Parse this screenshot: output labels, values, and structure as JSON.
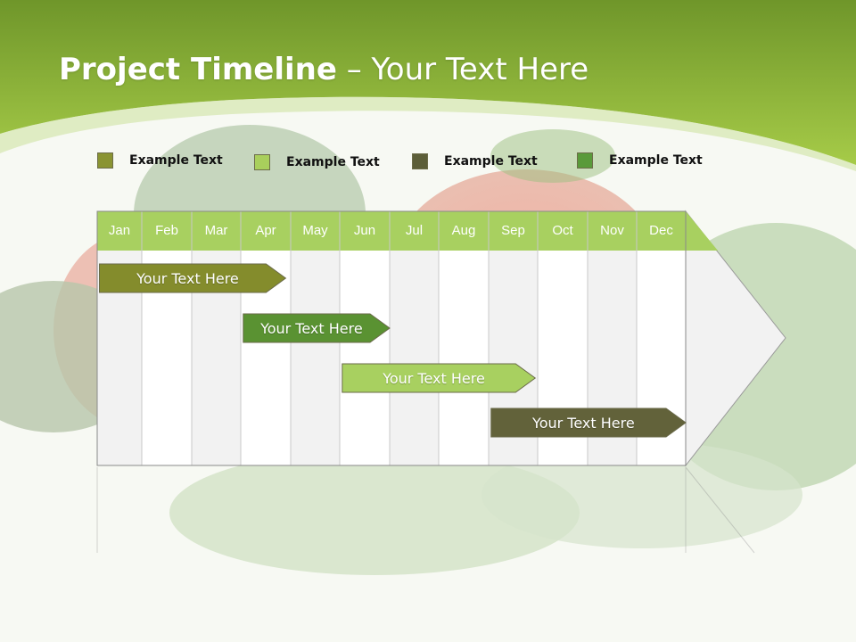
{
  "title": {
    "bold": "Project Timeline",
    "rest": " – Your Text Here"
  },
  "legend": [
    {
      "label": "Example Text",
      "color": "#8a9432"
    },
    {
      "label": "Example Text",
      "color": "#a9cf5c"
    },
    {
      "label": "Example Text",
      "color": "#5c5e38"
    },
    {
      "label": "Example Text",
      "color": "#5a9a3a"
    }
  ],
  "months": [
    "Jan",
    "Feb",
    "Mar",
    "Apr",
    "May",
    "Jun",
    "Jul",
    "Aug",
    "Sep",
    "Oct",
    "Nov",
    "Dec"
  ],
  "tasks": [
    {
      "label": "Your  Text Here",
      "color": "#848c2c",
      "start_month": 0.05,
      "end_month": 3.9
    },
    {
      "label": "Your  Text Here",
      "color": "#5a9232",
      "start_month": 3.05,
      "end_month": 6.0
    },
    {
      "label": "Your  Text Here",
      "color": "#a8d060",
      "start_month": 5.05,
      "end_month": 8.95
    },
    {
      "label": "Your  Text Here",
      "color": "#62623a",
      "start_month": 8.05,
      "end_month": 12.0
    }
  ],
  "colors": {
    "header": "#a8d060",
    "band_light": "#f2f2f2",
    "band_white": "#ffffff",
    "grid": "#c8c8c8"
  }
}
